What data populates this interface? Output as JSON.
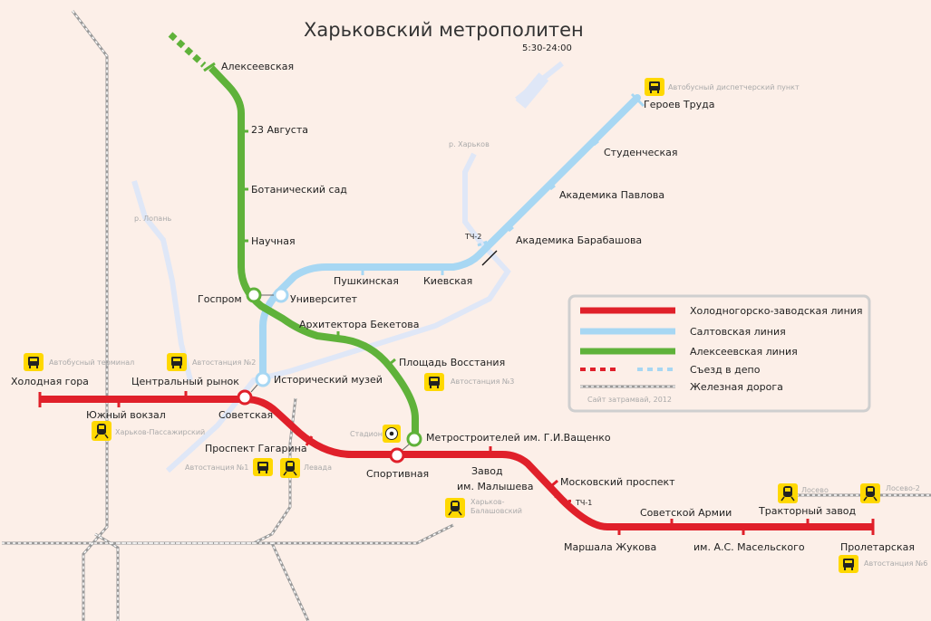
{
  "title": "Харьковский метрополитен",
  "hours": "5:30-24:00",
  "colors": {
    "red": "#e0202a",
    "blue": "#a7d7f3",
    "green": "#5fb23a",
    "bg": "#fcefe8",
    "rail": "#9a9a9a",
    "bus_bg": "#ffd800"
  },
  "lines": {
    "red": {
      "name": "Холодногорско-заводская линия",
      "stations": {
        "kholodnaya_gora": "Холодная гора",
        "yuzhny_vokzal": "Южный вокзал",
        "tsentralny_rynok": "Центральный рынок",
        "sovetskaya": "Советская",
        "prospekt_gagarina": "Проспект Гагарина",
        "sportivnaya": "Спортивная",
        "zavod_malysheva": "Завод\nим. Малышева",
        "moskovsky_prospekt": "Московский проспект",
        "marshala_zhukova": "Маршала Жукова",
        "sovetskoy_armii": "Советской Армии",
        "maselskogo": "им. А.С. Масельского",
        "traktorny_zavod": "Тракторный завод",
        "proletarskaya": "Пролетарская"
      }
    },
    "blue": {
      "name": "Салтовская линия",
      "stations": {
        "geroev_truda": "Героев Труда",
        "studencheskaya": "Студенческая",
        "akademika_pavlova": "Академика Павлова",
        "akademika_barabashova": "Академика Барабашова",
        "kievskaya": "Киевская",
        "pushkinskaya": "Пушкинская",
        "universitet": "Университет",
        "istorichesky_muzey": "Исторический музей"
      }
    },
    "green": {
      "name": "Алексеевская линия",
      "stations": {
        "alekseevskaya": "Алексеевская",
        "avgusta_23": "23 Августа",
        "botanichesky_sad": "Ботанический сад",
        "nauchnaya": "Научная",
        "gosprom": "Госпром",
        "arkhitektora_beketova": "Архитектора Бекетова",
        "ploshchad_vosstaniya": "Площадь Восстания",
        "metrostroiteley": "Метростроителей им. Г.И.Ващенко"
      }
    }
  },
  "legend": {
    "depot": "Съезд в депо",
    "railway": "Железная дорога",
    "site": "Сайт затрамвай, 2012"
  },
  "labels": {
    "avtobusny_terminal": "Автобусный терминал",
    "avtostantsiya_2": "Автостанция №2",
    "avtostantsiya_3": "Автостанция №3",
    "avtostantsiya_1": "Автостанция №1",
    "avtostantsiya_6": "Автостанция №6",
    "kharkov_passazhirsky": "Харьков-Пассажирский",
    "kharkov_balashovsky": "Харьков-\nБалашовский",
    "levada": "Левада",
    "losevo": "Лосево",
    "losevo_2": "Лосево-2",
    "stadion": "Стадион",
    "avtobusny_dispetchersky": "Автобусный диспетчерский пункт",
    "reka_kharkov": "р. Харьков",
    "reka_lopan": "р. Лопань",
    "tch1": "ТЧ-1",
    "tch2": "ТЧ-2"
  }
}
